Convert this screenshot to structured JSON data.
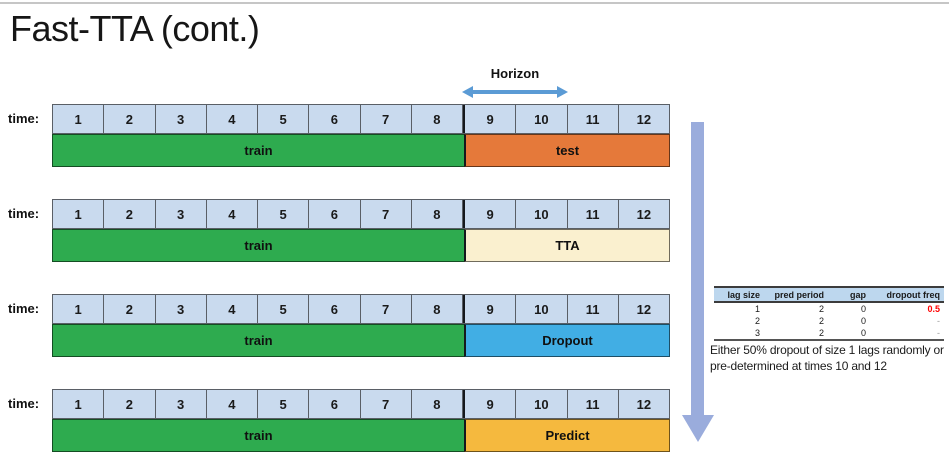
{
  "page": {
    "title": "Fast-TTA (cont.)"
  },
  "horizon": {
    "label": "Horizon"
  },
  "timeline": {
    "time_label": "time:",
    "cells": [
      "1",
      "2",
      "3",
      "4",
      "5",
      "6",
      "7",
      "8",
      "9",
      "10",
      "11",
      "12"
    ],
    "train_label": "train",
    "train_span_cells": 8,
    "rows": [
      {
        "phase": "test",
        "color": "#E5793A"
      },
      {
        "phase": "TTA",
        "color": "#FAF0CF"
      },
      {
        "phase": "Dropout",
        "color": "#41AEE4"
      },
      {
        "phase": "Predict",
        "color": "#F5B93E"
      }
    ]
  },
  "table": {
    "headers": [
      "lag size",
      "pred period",
      "gap",
      "dropout freq"
    ],
    "rows": [
      [
        "1",
        "2",
        "0",
        "0.5"
      ],
      [
        "2",
        "2",
        "0",
        "-"
      ],
      [
        "3",
        "2",
        "0",
        "-"
      ]
    ],
    "highlight_value": "0.5",
    "highlight_color": "#ff0000"
  },
  "caption": "Either 50% dropout of size 1 lags randomly or pre-determined at times 10 and 12",
  "colors": {
    "cell_fill": "#C9DAEE",
    "train": "#2EAB4F",
    "test": "#E5793A",
    "tta": "#FAF0CF",
    "dropout": "#41AEE4",
    "predict": "#F5B93E",
    "horizon_arrow": "#5B9BD5",
    "flow_arrow": "#9AACDC",
    "table_header_bg": "#BDD7EE"
  }
}
